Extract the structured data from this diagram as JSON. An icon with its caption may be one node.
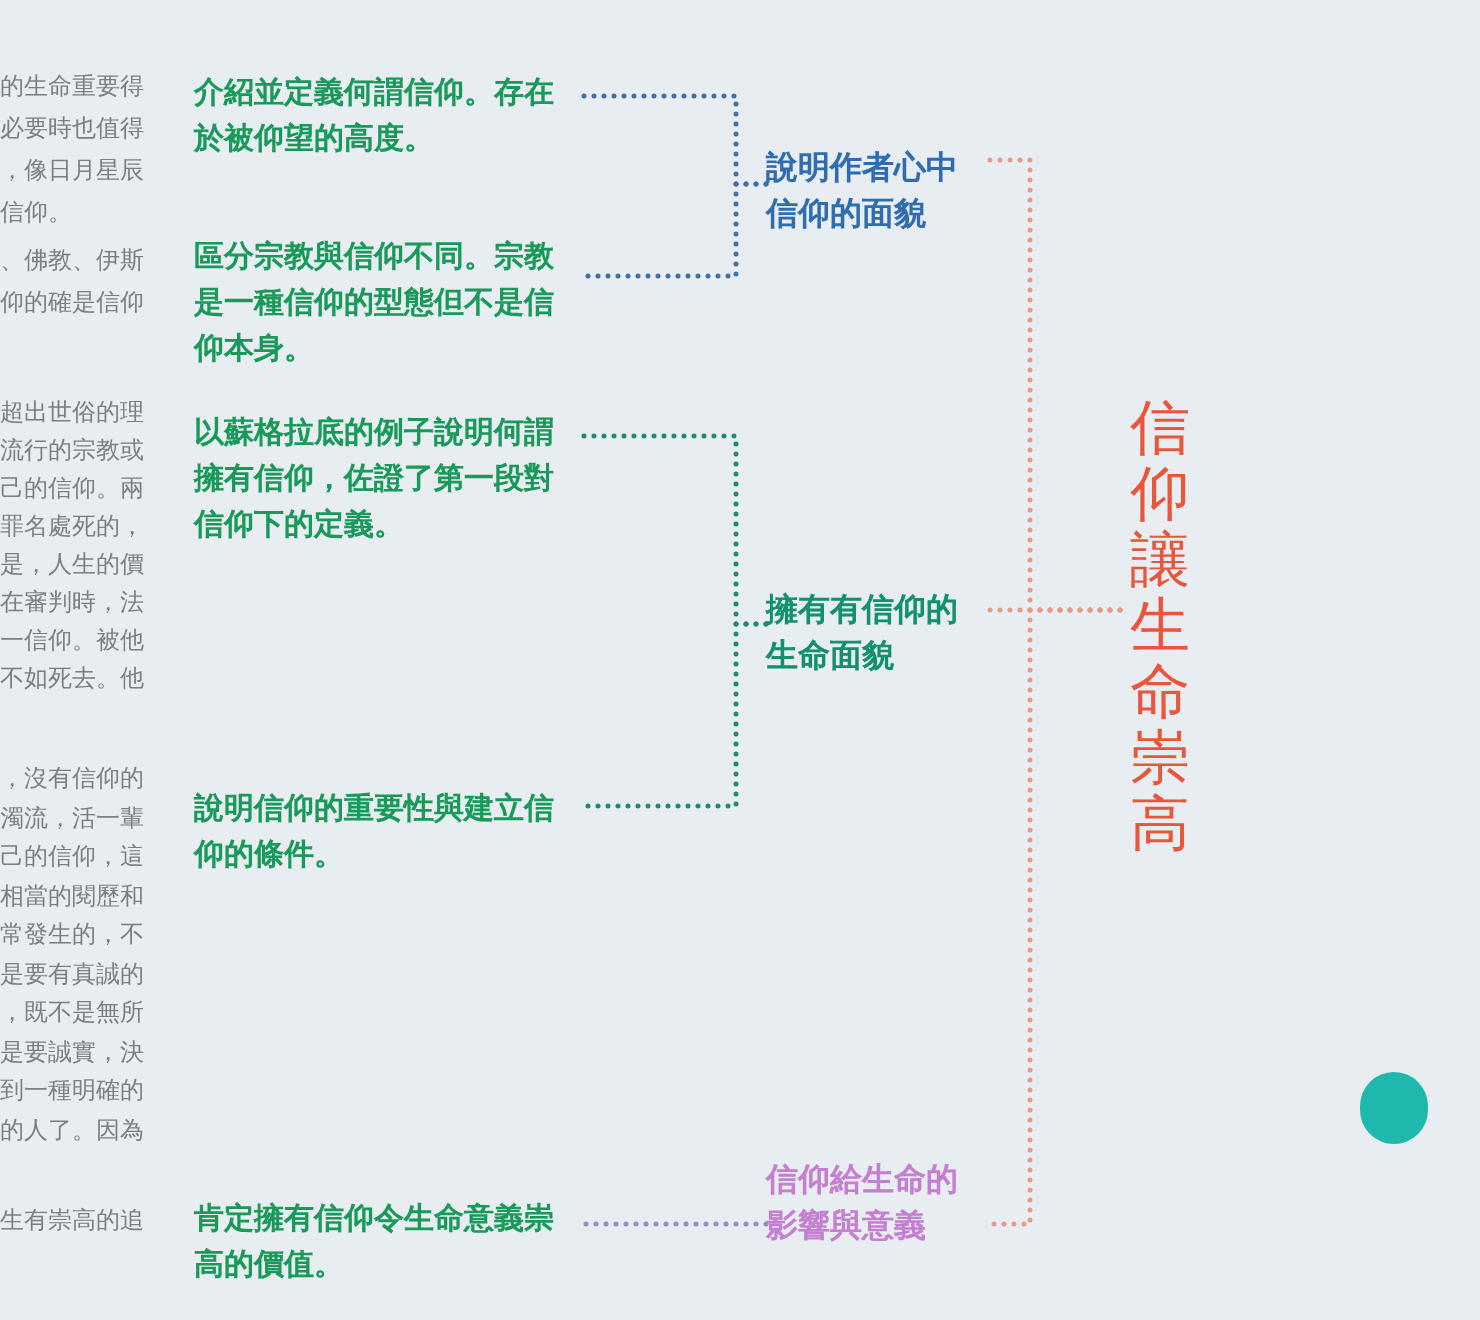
{
  "diagram": {
    "nodes": [
      {
        "text": [
          "信仰讓生命崇高"
        ]
      },
      {
        "text": [
          "說明作者心中信仰的面貌"
        ]
      },
      {
        "text": [
          "擁有有信仰的生命面貌"
        ]
      },
      {
        "text": [
          "信仰給生命的影響與意義"
        ]
      },
      {
        "text": [
          "介紹並定義何謂信仰。存在於被仰望的高度。"
        ]
      },
      {
        "text": [
          "區分宗教與信仰不同。宗教是一種信仰的型態但不是信仰本身。"
        ]
      },
      {
        "text": [
          "以蘇格拉底的例子說明何謂擁有信仰，佐證了第一段對信仰下的定義。"
        ]
      },
      {
        "text": [
          "說明信仰的重要性與建立信仰的條件。"
        ]
      },
      {
        "text": [
          "肯定擁有信仰令生命意義崇高的價值。"
        ]
      }
    ],
    "edges": [
      {
        "from": 0,
        "to": 1,
        "arrow": "none",
        "style": "dashed",
        "color": "#e39a88"
      },
      {
        "from": 0,
        "to": 2,
        "arrow": "none",
        "style": "dashed",
        "color": "#e39a88"
      },
      {
        "from": 0,
        "to": 3,
        "arrow": "none",
        "style": "dashed",
        "color": "#e39a88"
      },
      {
        "from": 1,
        "to": 4,
        "arrow": "none",
        "style": "dashed",
        "color": "#3f6fa6"
      },
      {
        "from": 1,
        "to": 5,
        "arrow": "none",
        "style": "dashed",
        "color": "#3f6fa6"
      },
      {
        "from": 2,
        "to": 6,
        "arrow": "none",
        "style": "dashed",
        "color": "#1f8a73"
      },
      {
        "from": 2,
        "to": 7,
        "arrow": "none",
        "style": "dashed",
        "color": "#1f8a73"
      },
      {
        "from": 3,
        "to": 8,
        "arrow": "none",
        "style": "dashed",
        "color": "#8f8fc8"
      }
    ],
    "labels": [
      "的生命重要得必要時也值得，像日月星辰信仰。",
      "、佛教、伊斯仰的確是信仰",
      "超出世俗的理流行的宗教或己的信仰。兩罪名處死的，是，人生的價在審判時，法一信仰。被他不如死去。他",
      "，沒有信仰的濁流，活一輩己的信仰，這相當的閱歷和常發生的，不是要有真誠的，既不是無所是要誠實，決到一種明確的的人了。因為",
      "生有崇高的追"
    ]
  }
}
